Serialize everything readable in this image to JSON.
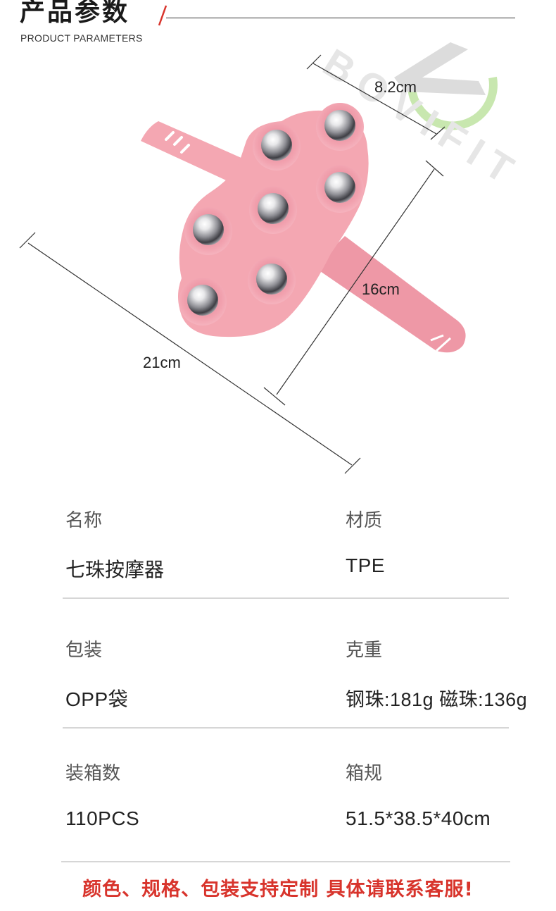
{
  "header": {
    "title_cn": "产品参数",
    "title_en": "PRODUCT PARAMETERS"
  },
  "watermark": {
    "brand": "BOVIFIT",
    "accent_green": "#bfe3a2",
    "gray": "#d9d9d9"
  },
  "dimensions": {
    "width_label": "8.2cm",
    "height_label": "16cm",
    "length_label": "21cm"
  },
  "product": {
    "body_color": "#f4a7b2",
    "body_dark": "#e88d9c",
    "ball_color": "#c8c8cc",
    "ball_count": 7
  },
  "specs": {
    "row1": {
      "left_label": "名称",
      "left_value": "七珠按摩器",
      "right_label": "材质",
      "right_value": "TPE"
    },
    "row2": {
      "left_label": "包装",
      "left_value": "OPP袋",
      "right_label": "克重",
      "right_value": "钢珠:181g 磁珠:136g"
    },
    "row3": {
      "left_label": "装箱数",
      "left_value": "110PCS",
      "right_label": "箱规",
      "right_value": "51.5*38.5*40cm"
    }
  },
  "footer": {
    "note": "颜色、规格、包装支持定制 具体请联系客服!",
    "color": "#d8342c"
  }
}
